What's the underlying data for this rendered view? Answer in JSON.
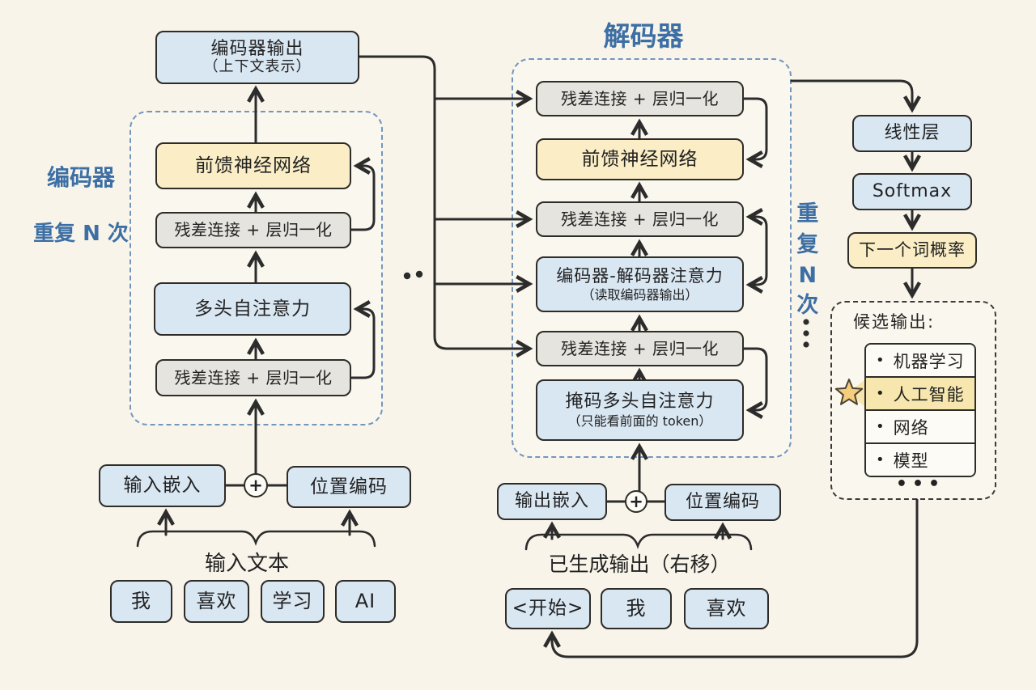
{
  "colors": {
    "background": "#f8f4e9",
    "box_blue": "#d9e7f3",
    "box_yellow": "#fbeec6",
    "box_gray": "#e6e4df",
    "frame_blue": "#7396bf",
    "ink": "#2c2c2c",
    "accent_blue": "#3d6fa5",
    "highlight_row": "#f7e7ae",
    "star": "#f5cd7d"
  },
  "encoder_output": {
    "line1": "编码器输出",
    "line2": "（上下文表示）"
  },
  "encoder": {
    "title": "编码器",
    "repeat_label": "重复 N 次",
    "ffn": "前馈神经网络",
    "add_norm_top": "残差连接 + 层归一化",
    "self_attention": "多头自注意力",
    "add_norm_bottom": "残差连接 + 层归一化"
  },
  "encoder_input": {
    "embedding": "输入嵌入",
    "plus": "+",
    "positional": "位置编码",
    "brace_label": "输入文本",
    "tokens": [
      "我",
      "喜欢",
      "学习",
      "AI"
    ]
  },
  "decoder": {
    "title": "解码器",
    "repeat_label": "重复N次",
    "add_norm_1": "残差连接 + 层归一化",
    "ffn": "前馈神经网络",
    "add_norm_2": "残差连接 + 层归一化",
    "cross_attention": "编码器-解码器注意力",
    "cross_attention_sub": "（读取编码器输出）",
    "add_norm_3": "残差连接 + 层归一化",
    "masked_attention": "掩码多头自注意力",
    "masked_attention_sub": "（只能看前面的 token）"
  },
  "decoder_input": {
    "embedding": "输出嵌入",
    "plus": "+",
    "positional": "位置编码",
    "brace_label": "已生成输出（右移）",
    "tokens": [
      "<开始>",
      "我",
      "喜欢"
    ]
  },
  "output_head": {
    "linear": "线性层",
    "softmax": "Softmax",
    "next_word_prob": "下一个词概率"
  },
  "candidates": {
    "title": "候选输出:",
    "items": [
      "机器学习",
      "人工智能",
      "网络",
      "模型"
    ],
    "highlighted_index": 1,
    "more": "•••"
  }
}
